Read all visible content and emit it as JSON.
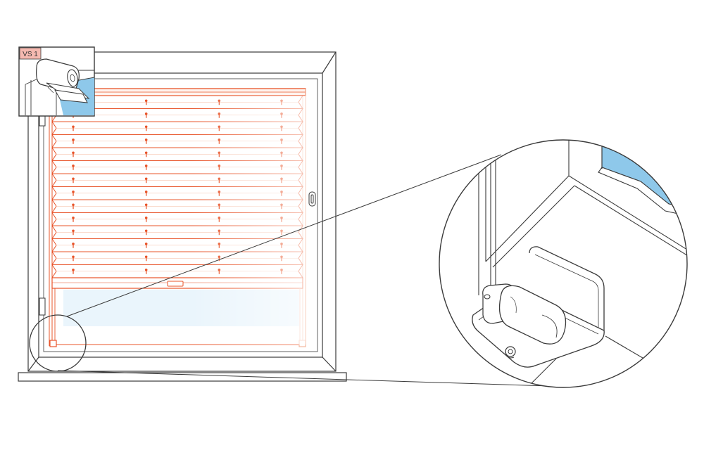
{
  "diagram": {
    "inset_badge": "VS 1",
    "pleat_count": 14,
    "cord_columns": 4,
    "colors": {
      "line": "#3a3a3a",
      "blind": "#e8542a",
      "blind_light": "#f4b79e",
      "glass": "#8ec8ea",
      "glass_light": "#eaf5fc",
      "badge_bg": "#f5b9b0"
    }
  }
}
